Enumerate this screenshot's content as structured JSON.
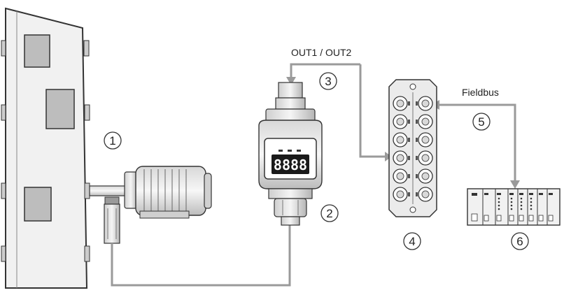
{
  "labels": {
    "out_signal": "OUT1 / OUT2",
    "fieldbus": "Fieldbus"
  },
  "callouts": [
    "1",
    "2",
    "3",
    "4",
    "5",
    "6"
  ],
  "display": {
    "readout": "8888"
  },
  "colors": {
    "line": "#9a9a9a",
    "outline": "#333333",
    "panel_fill": "#e6e6e6",
    "window_fill": "#bdbdbd",
    "display_fill": "#1a1a1a",
    "display_digits": "#ffffff"
  }
}
